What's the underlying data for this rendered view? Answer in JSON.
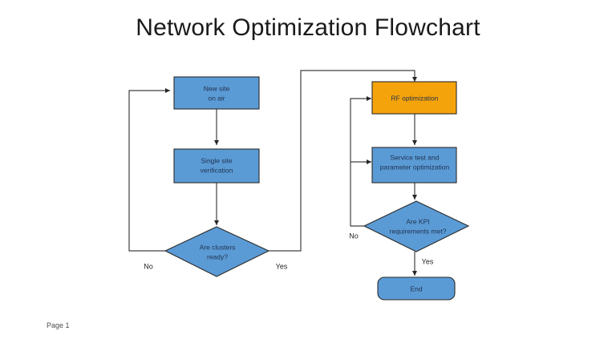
{
  "slide": {
    "title": "Network Optimization Flowchart",
    "footer": "Page 1",
    "background": "#ffffff"
  },
  "colors": {
    "process_fill": "#5B9BD5",
    "decision_fill": "#5B9BD5",
    "highlight_fill": "#F5A30A",
    "terminator_fill": "#5B9BD5",
    "shape_stroke": "#2b2b2b",
    "connector_stroke": "#404040",
    "label_text": "#1f3250",
    "title_text": "#1a1a1a"
  },
  "nodes": {
    "new_site": {
      "label_line1": "New site",
      "label_line2": "on air",
      "shape": "process"
    },
    "single_site": {
      "label_line1": "Single site",
      "label_line2": "verification",
      "shape": "process"
    },
    "clusters_ready": {
      "label_line1": "Are clusters",
      "label_line2": "ready?",
      "shape": "decision"
    },
    "rf_optimization": {
      "label_line1": "RF optimization",
      "shape": "process-highlight"
    },
    "service_test": {
      "label_line1": "Service test and",
      "label_line2": "parameter optimization",
      "shape": "process"
    },
    "kpi_met": {
      "label_line1": "Are KPI",
      "label_line2": "requirements met?",
      "shape": "decision"
    },
    "end": {
      "label_line1": "End",
      "shape": "terminator"
    }
  },
  "edge_labels": {
    "clusters_no": "No",
    "clusters_yes": "Yes",
    "kpi_no": "No",
    "kpi_yes": "Yes"
  }
}
